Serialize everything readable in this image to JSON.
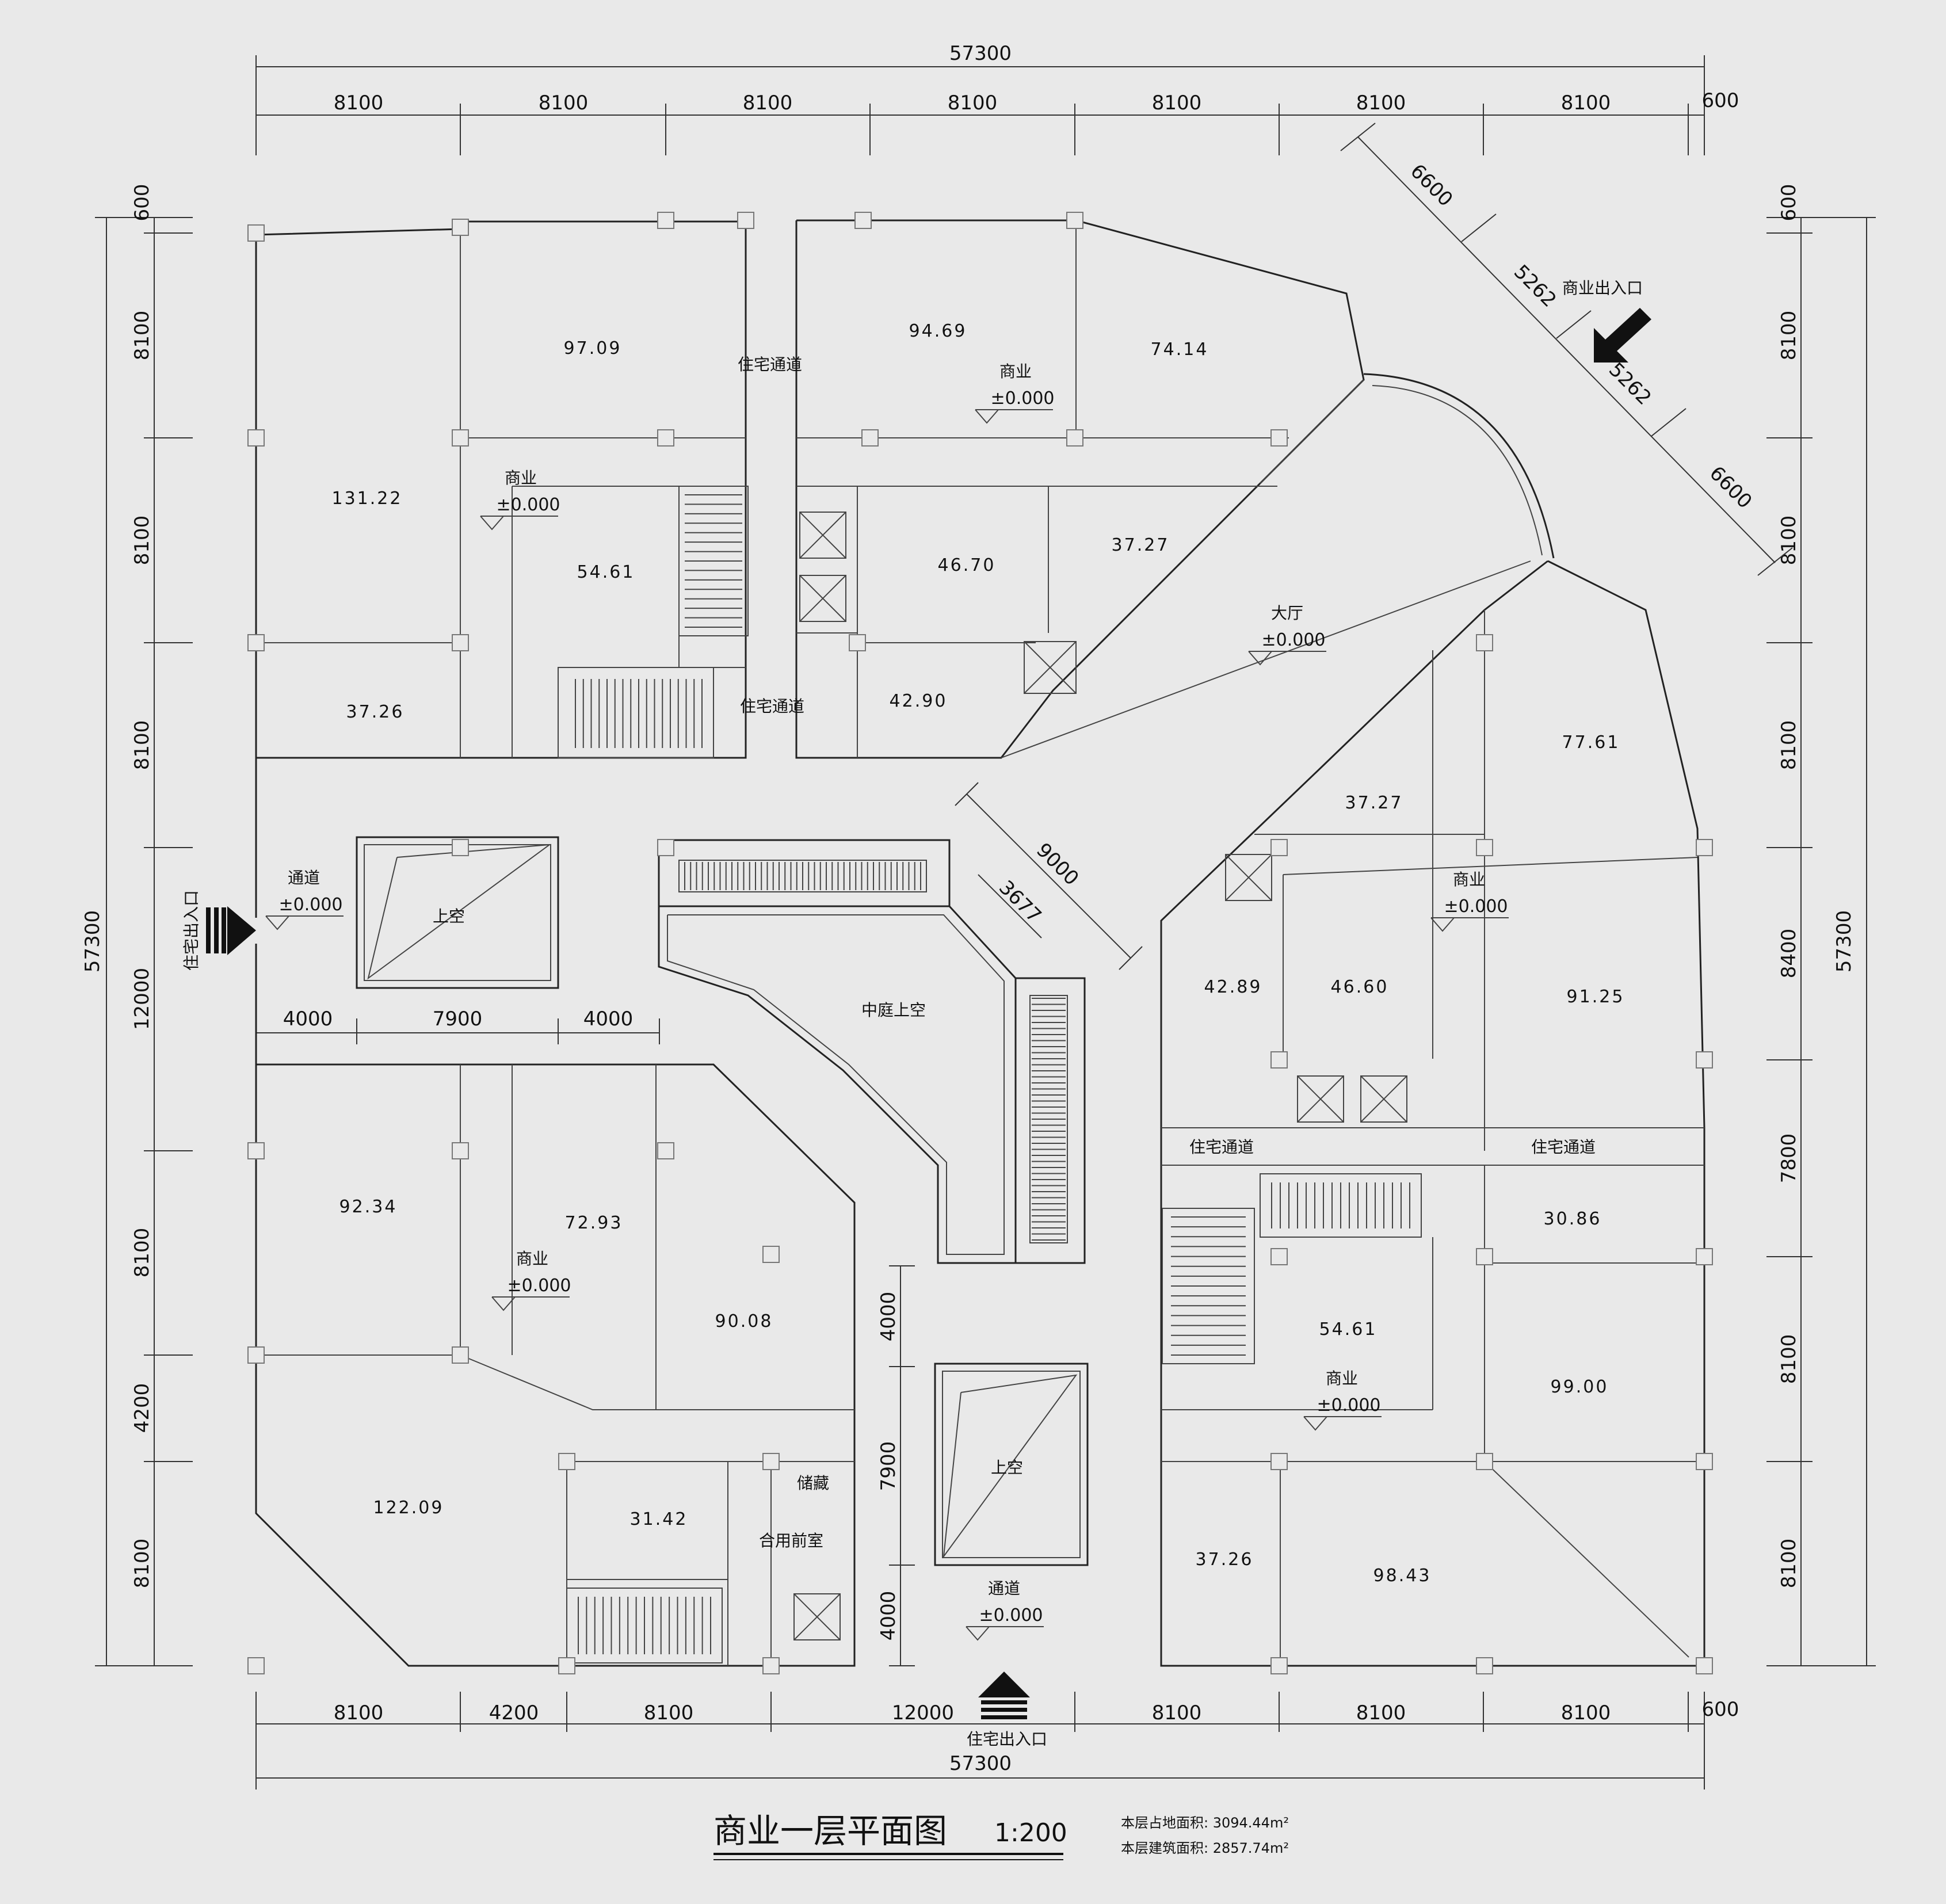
{
  "title": "商业一层平面图",
  "scale": "1:200",
  "stats": {
    "site_area": "本层占地面积: 3094.44m²",
    "floor_area": "本层建筑面积: 2857.74m²"
  },
  "dims": {
    "top_total": "57300",
    "bottom_total": "57300",
    "left_total": "57300",
    "right_total": "57300",
    "top": [
      "8100",
      "8100",
      "8100",
      "8100",
      "8100",
      "8100",
      "8100",
      "600"
    ],
    "bottom": [
      "8100",
      "4200",
      "8100",
      "12000",
      "8100",
      "8100",
      "8100",
      "600"
    ],
    "left": [
      "600",
      "8100",
      "8100",
      "8100",
      "12000",
      "8100",
      "4200",
      "8100"
    ],
    "right": [
      "600",
      "8100",
      "8100",
      "8100",
      "8400",
      "7800",
      "8100",
      "8100"
    ],
    "diag": [
      "6600",
      "5262",
      "5262",
      "6600"
    ],
    "atrium_diag": [
      "9000",
      "3677"
    ],
    "mid_row": [
      "4000",
      "7900",
      "4000"
    ],
    "mid_col": [
      "4000",
      "7900",
      "4000"
    ]
  },
  "rooms": [
    {
      "id": "r1",
      "label": "97.09"
    },
    {
      "id": "r2",
      "label": "94.69"
    },
    {
      "id": "r3",
      "label": "74.14"
    },
    {
      "id": "r4",
      "label": "131.22"
    },
    {
      "id": "r5",
      "label": "54.61"
    },
    {
      "id": "r6",
      "label": "46.70"
    },
    {
      "id": "r7",
      "label": "37.27"
    },
    {
      "id": "r8",
      "label": "37.26"
    },
    {
      "id": "r9",
      "label": "42.90"
    },
    {
      "id": "r10",
      "label": "77.61"
    },
    {
      "id": "r11",
      "label": "37.27"
    },
    {
      "id": "r12",
      "label": "42.89"
    },
    {
      "id": "r13",
      "label": "46.60"
    },
    {
      "id": "r14",
      "label": "91.25"
    },
    {
      "id": "r15",
      "label": "92.34"
    },
    {
      "id": "r16",
      "label": "72.93"
    },
    {
      "id": "r17",
      "label": "90.08"
    },
    {
      "id": "r18",
      "label": "30.86"
    },
    {
      "id": "r19",
      "label": "54.61"
    },
    {
      "id": "r20",
      "label": "99.00"
    },
    {
      "id": "r21",
      "label": "122.09"
    },
    {
      "id": "r22",
      "label": "31.42"
    },
    {
      "id": "r23",
      "label": "37.26"
    },
    {
      "id": "r24",
      "label": "98.43"
    }
  ],
  "labels": {
    "commerce": "商业",
    "elevation": "±0.000",
    "residential_corridor": "住宅通道",
    "lobby": "大厅",
    "passage": "通道",
    "void": "上空",
    "atrium_void": "中庭上空",
    "storage": "储藏",
    "shared_anteroom": "合用前室",
    "commercial_entrance": "商业出入口",
    "residential_entrance": "住宅出入口"
  }
}
